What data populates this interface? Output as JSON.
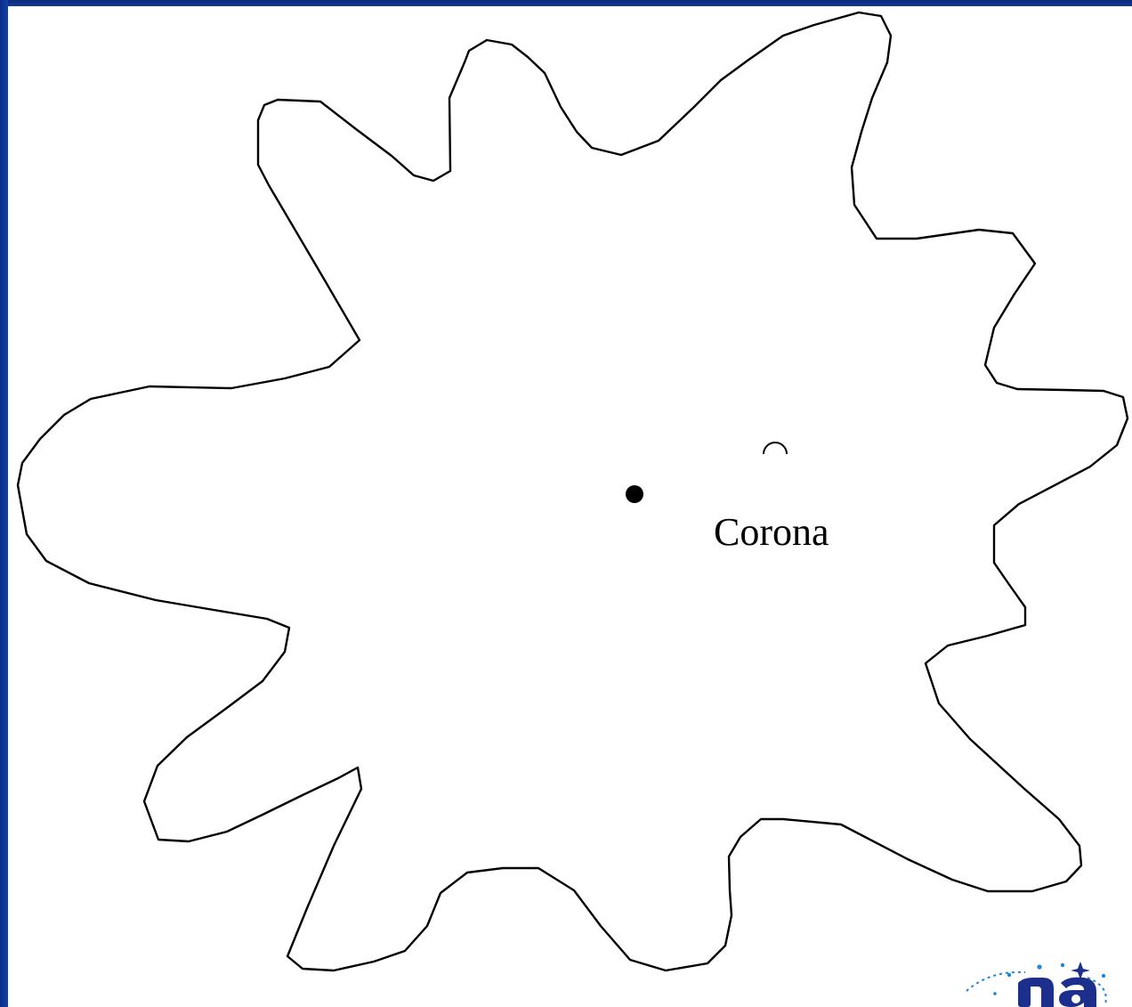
{
  "diagram": {
    "labels": {
      "corona": "Corona"
    },
    "colors": {
      "frame": "#0f3aa0",
      "outline": "#000000",
      "fill": "#ffffff",
      "logo_letters": "#1c2f8c",
      "logo_stars": "#1d86d6"
    },
    "icons": {
      "center_dot": "filled-circle",
      "small_arc": "semicircle-arc",
      "logo": "na-logo"
    }
  }
}
